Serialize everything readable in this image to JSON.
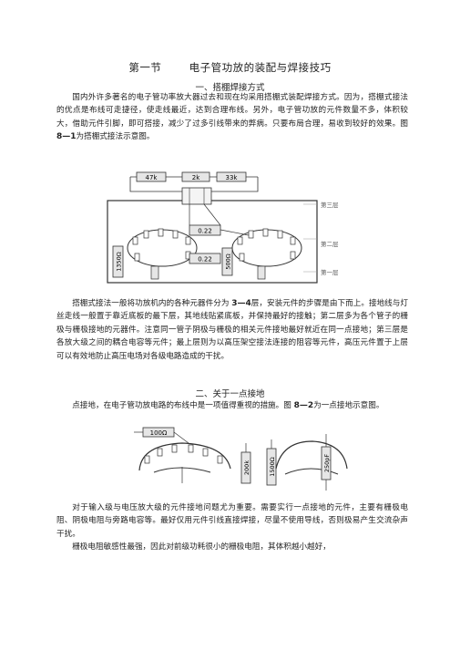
{
  "section": {
    "number": "第一节",
    "title": "电子管功放的装配与焊接技巧"
  },
  "part1": {
    "heading": "一、搭棚焊接方式",
    "para1": "国内外许多著名的电子管功率放大器过去和现在均采用搭棚式装配焊接方式。因为，搭棚式接法的优点是布线可走捷径，使走线最近，达到合理布线。另外，电子管功放的元件数量不多，体积较大，借助元件引脚，即可搭接，减少了过多引线带来的弊病。只要布局合理，易收到较好的效果。图",
    "fig_ref": "8—1",
    "para1_tail": "为搭棚式接法示意图。",
    "para2": "搭棚式接法一般将功放机内的各种元器件分为",
    "layers_ref": "3—4",
    "para2_tail": "层，安装元件的步骤是由下而上。接地线与灯丝走线一般置于靠近底板的最下层，其地线贴紧底板，并保持最好的接触；第二层多为各个管子的栅极与栅极接地的元器件。注意同一管子阴极与栅极的相关元件接地最好就近在同一点接地；第三层是各放大级之间的耦合电容等元件；最上层则为以高压架空接法连接的阻容等元件，高压元件置于上层可以有效地防止高压电场对各级电路造成的干扰。"
  },
  "figure1": {
    "resistors": [
      "47k",
      "2k",
      "33k"
    ],
    "capacitor_mid": "0.22",
    "capacitor_low": "0.22",
    "res_left": "1350Ω",
    "res_right": "500Ω",
    "layers": [
      "第三层",
      "第二层",
      "第一层"
    ]
  },
  "part2": {
    "heading": "二、关于一点接地",
    "para1": "点接地，在电子管功放电路的布线中是一项值得重视的措施。图",
    "fig_ref": "8—2",
    "para1_tail": "为一点接地示意图。",
    "para2": "对于输入级与电压放大级的元件接地问题尤为重要。需要实行一点接地的元件，主要有栅极电阻、阴极电阻与旁路电容等。最好仅用元件引线直接焊接，尽量不使用导线，否则极易产生交流杂声干扰。",
    "para3": "栅极电阻敏感性最强，因此对前级功耗很小的栅极电阻，其体积越小越好，"
  },
  "figure2": {
    "res_top": "100Ω",
    "res_vert1": "200k",
    "res_vert2": "1500Ω",
    "cap_vert": "250pF"
  },
  "colors": {
    "ink": "#222222",
    "line": "#333333",
    "component_fill": "#e6e6e6"
  }
}
